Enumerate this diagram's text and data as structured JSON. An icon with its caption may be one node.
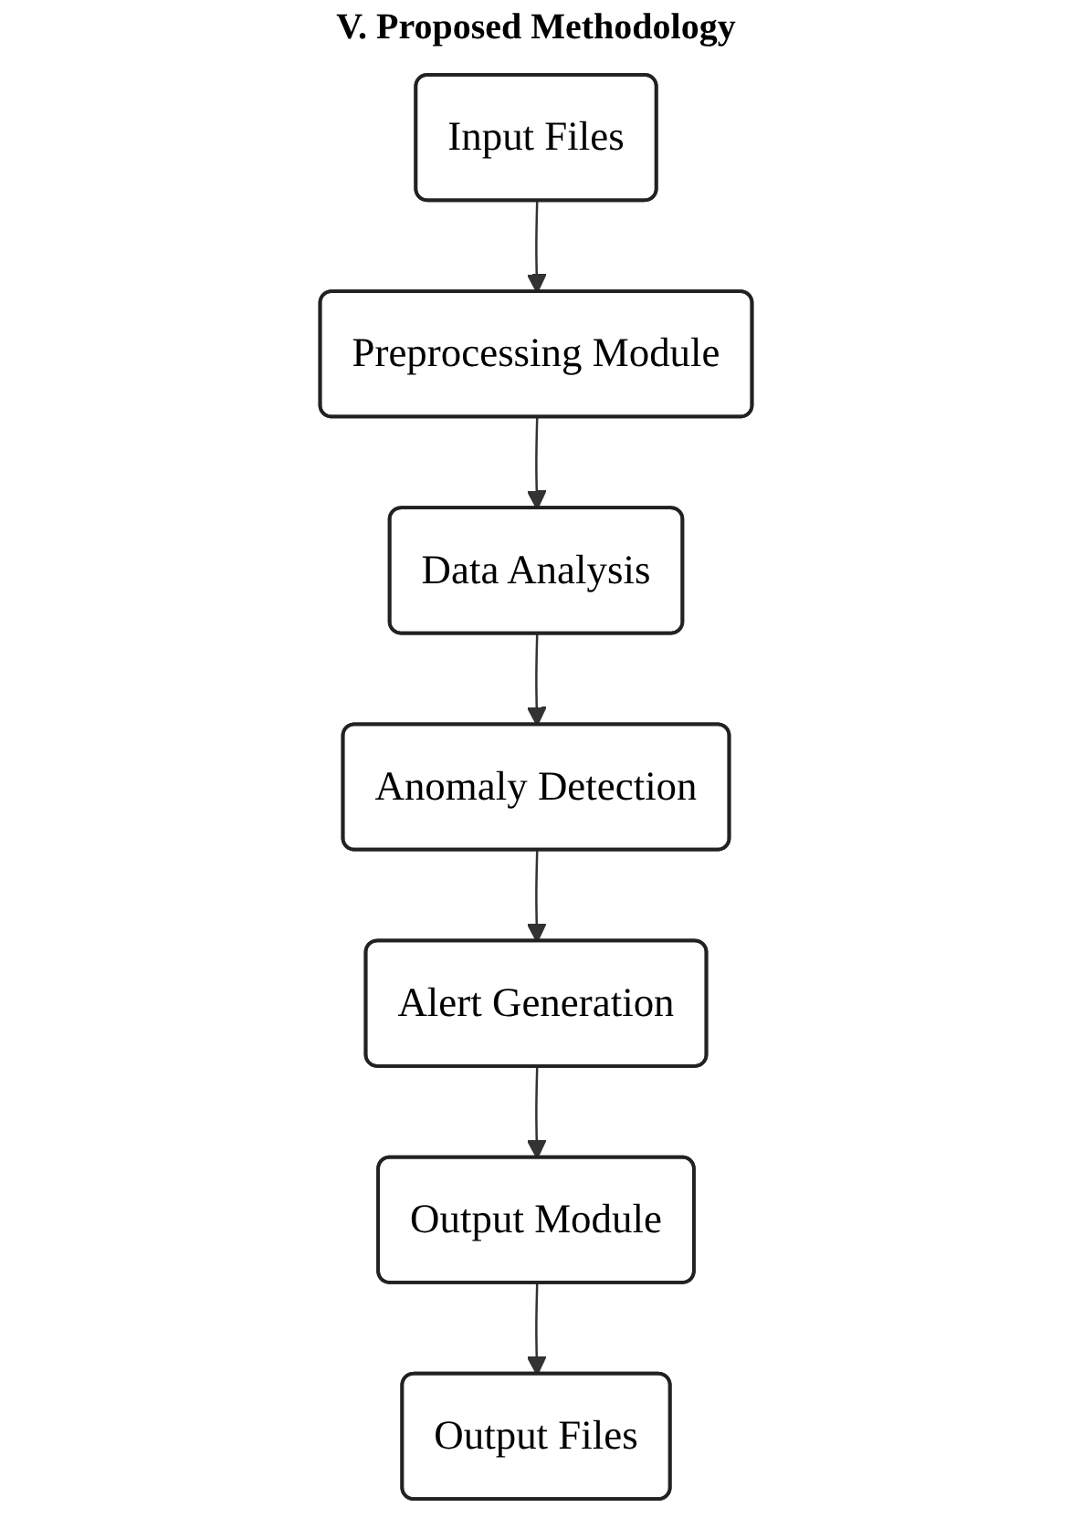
{
  "diagram": {
    "title": "V. Proposed Methodology",
    "nodes": [
      {
        "text": [
          "Input Files"
        ]
      },
      {
        "text": [
          "Preprocessing Module"
        ]
      },
      {
        "text": [
          "Data Analysis"
        ]
      },
      {
        "text": [
          "Anomaly Detection"
        ]
      },
      {
        "text": [
          "Alert Generation"
        ]
      },
      {
        "text": [
          "Output Module"
        ]
      },
      {
        "text": [
          "Output Files"
        ]
      }
    ],
    "edges": [
      {
        "from": 0,
        "to": 1,
        "arrow": "to"
      },
      {
        "from": 1,
        "to": 2,
        "arrow": "to"
      },
      {
        "from": 2,
        "to": 3,
        "arrow": "to"
      },
      {
        "from": 3,
        "to": 4,
        "arrow": "to"
      },
      {
        "from": 4,
        "to": 5,
        "arrow": "to"
      },
      {
        "from": 5,
        "to": 6,
        "arrow": "to"
      }
    ]
  }
}
